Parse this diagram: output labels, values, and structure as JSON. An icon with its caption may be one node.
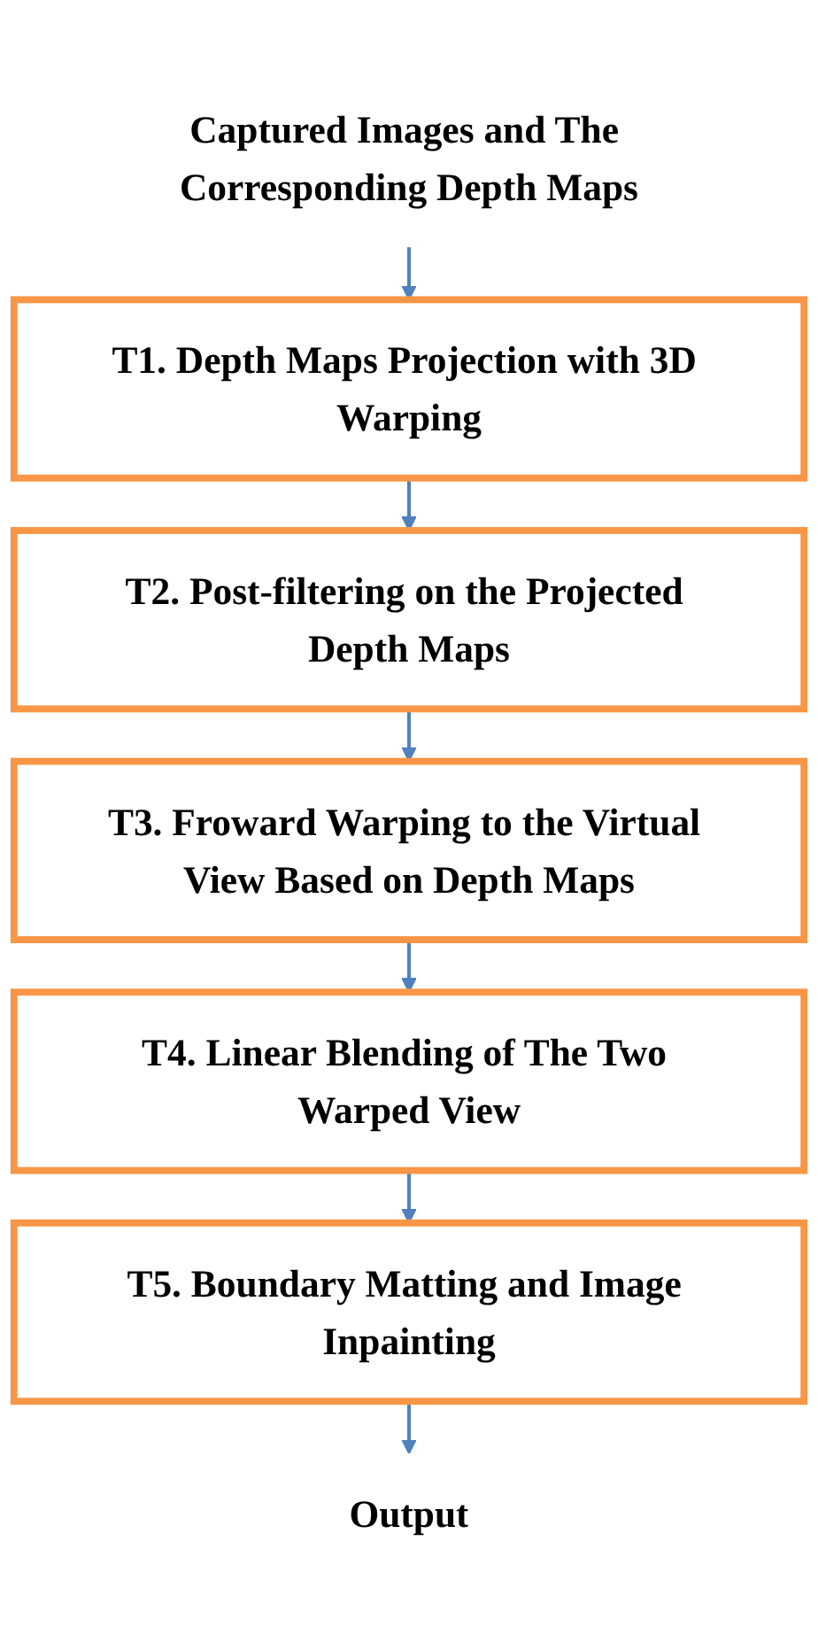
{
  "diagram": {
    "nodes": [
      {
        "text": [
          "Captured Images and The Corresponding Depth Maps"
        ]
      },
      {
        "text": [
          "T1. Depth Maps Projection with 3D Warping"
        ]
      },
      {
        "text": [
          "T2. Post-filtering on the Projected Depth Maps"
        ]
      },
      {
        "text": [
          "T3. Froward Warping to the Virtual View Based on Depth Maps"
        ]
      },
      {
        "text": [
          "T4. Linear Blending of The Two Warped View"
        ]
      },
      {
        "text": [
          "T5. Boundary Matting and Image Inpainting"
        ]
      },
      {
        "text": [
          "Output"
        ]
      }
    ],
    "edges": [
      {
        "from": 0,
        "to": 1,
        "arrow": "to"
      },
      {
        "from": 1,
        "to": 2,
        "arrow": "to"
      },
      {
        "from": 2,
        "to": 3,
        "arrow": "to"
      },
      {
        "from": 3,
        "to": 4,
        "arrow": "to"
      },
      {
        "from": 4,
        "to": 5,
        "arrow": "to"
      },
      {
        "from": 5,
        "to": 6,
        "arrow": "to"
      }
    ]
  }
}
